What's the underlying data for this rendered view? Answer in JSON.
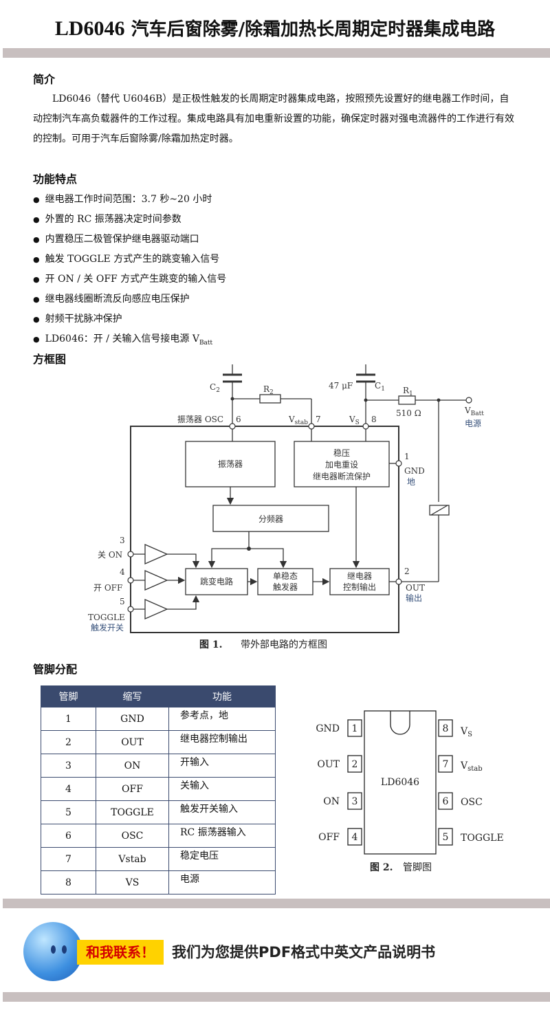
{
  "doc": {
    "part_number": "LD6046",
    "title_rest": "汽车后窗除雾/除霜加热长周期定时器集成电路"
  },
  "sections": {
    "intro_heading": "简介",
    "intro_text": "LD6046（替代 U6046B）是正极性触发的长周期定时器集成电路，按照预先设置好的继电器工作时间，自动控制汽车高负载器件的工作过程。集成电路具有加电重新设置的功能，确保定时器对强电流器件的工作进行有效的控制。可用于汽车后窗除雾/除霜加热定时器。",
    "features_heading": "功能特点",
    "features": [
      "继电器工作时间范围：3.7 秒~20 小时",
      "外置的 RC 振荡器决定时间参数",
      "内置稳压二极管保护继电器驱动端口",
      "触发 TOGGLE 方式产生的跳变输入信号",
      "开 ON / 关 OFF 方式产生跳变的输入信号",
      "继电器线圈断流反向感应电压保护",
      "射频干扰脉冲保护"
    ],
    "feature_last": "LD6046：开 / 关输入信号接电源 V",
    "feature_last_sub": "Batt",
    "block_heading": "方框图",
    "pins_heading": "管脚分配"
  },
  "block_diagram": {
    "c2": "C",
    "c2_sub": "2",
    "r2": "R",
    "r2_sub": "2",
    "c1_val": "47 μF",
    "c1": "C",
    "c1_sub": "1",
    "r1": "R",
    "r1_sub": "1",
    "r1_val": "510 Ω",
    "vbatt": "V",
    "vbatt_sub": "Batt",
    "power": "电源",
    "osc_label": "振荡器  OSC",
    "pin6": "6",
    "vstab": "V",
    "vstab_sub": "stab",
    "pin7": "7",
    "vs": "V",
    "vs_sub": "S",
    "pin8": "8",
    "pin1": "1",
    "gnd": "GND",
    "ground": "地",
    "pin2": "2",
    "out": "OUT",
    "output": "输出",
    "pin3": "3",
    "on": "关 ON",
    "pin4": "4",
    "off": "开 OFF",
    "pin5": "5",
    "toggle": "TOGGLE",
    "toggle_cn": "触发开关",
    "blk_osc": "振荡器",
    "blk_reg1": "稳压",
    "blk_reg2": "加电重设",
    "blk_reg3": "继电器断流保护",
    "blk_div": "分频器",
    "blk_flip": "跳变电路",
    "blk_mono1": "单稳态",
    "blk_mono2": "触发器",
    "blk_relay1": "继电器",
    "blk_relay2": "控制输出",
    "caption_num": "图 1.",
    "caption_text": "带外部电路的方框图"
  },
  "pin_table": {
    "headers": [
      "管脚",
      "缩写",
      "功能"
    ],
    "rows": [
      [
        "1",
        "GND",
        "参考点，地"
      ],
      [
        "2",
        "OUT",
        "继电器控制输出"
      ],
      [
        "3",
        "ON",
        "开输入"
      ],
      [
        "4",
        "OFF",
        "关输入"
      ],
      [
        "5",
        "TOGGLE",
        "触发开关输入"
      ],
      [
        "6",
        "OSC",
        "RC 振荡器输入"
      ],
      [
        "7",
        "Vstab",
        "稳定电压"
      ],
      [
        "8",
        "VS",
        "电源"
      ]
    ]
  },
  "pinout": {
    "chip": "LD6046",
    "left": [
      {
        "num": "1",
        "name": "GND"
      },
      {
        "num": "2",
        "name": "OUT"
      },
      {
        "num": "3",
        "name": "ON"
      },
      {
        "num": "4",
        "name": "OFF"
      }
    ],
    "right": [
      {
        "num": "8",
        "name": "V",
        "sub": "S"
      },
      {
        "num": "7",
        "name": "V",
        "sub": "stab"
      },
      {
        "num": "6",
        "name": "OSC"
      },
      {
        "num": "5",
        "name": "TOGGLE"
      }
    ],
    "caption_num": "图 2.",
    "caption_text": "管脚图"
  },
  "footer": {
    "contact": "和我联系！",
    "slogan": "我们为您提供PDF格式中英文产品说明书"
  },
  "colors": {
    "bar": "#c8bfbf",
    "table_header": "#3a4a6e",
    "contact_bg": "#ffd200",
    "contact_text": "#d40000"
  }
}
